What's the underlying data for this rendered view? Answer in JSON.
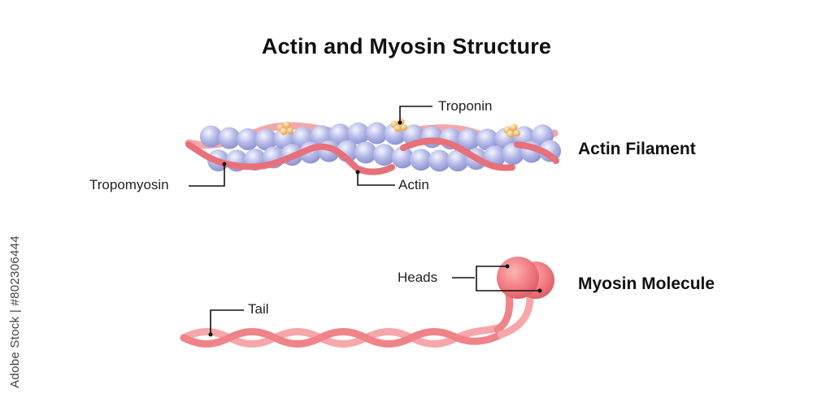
{
  "title": "Actin and Myosin Structure",
  "labels": {
    "troponin": "Troponin",
    "tropomyosin": "Tropomyosin",
    "actin": "Actin",
    "heads": "Heads",
    "tail": "Tail"
  },
  "structures": {
    "actin_filament": "Actin Filament",
    "myosin_molecule": "Myosin Molecule"
  },
  "watermark": "Adobe Stock | #802306444",
  "colors": {
    "actin_bead": "#b3b8e6",
    "tropomyosin": "#e8707a",
    "troponin": "#f2b15a",
    "myosin": "#ef7f84",
    "leader_line": "#111111"
  }
}
